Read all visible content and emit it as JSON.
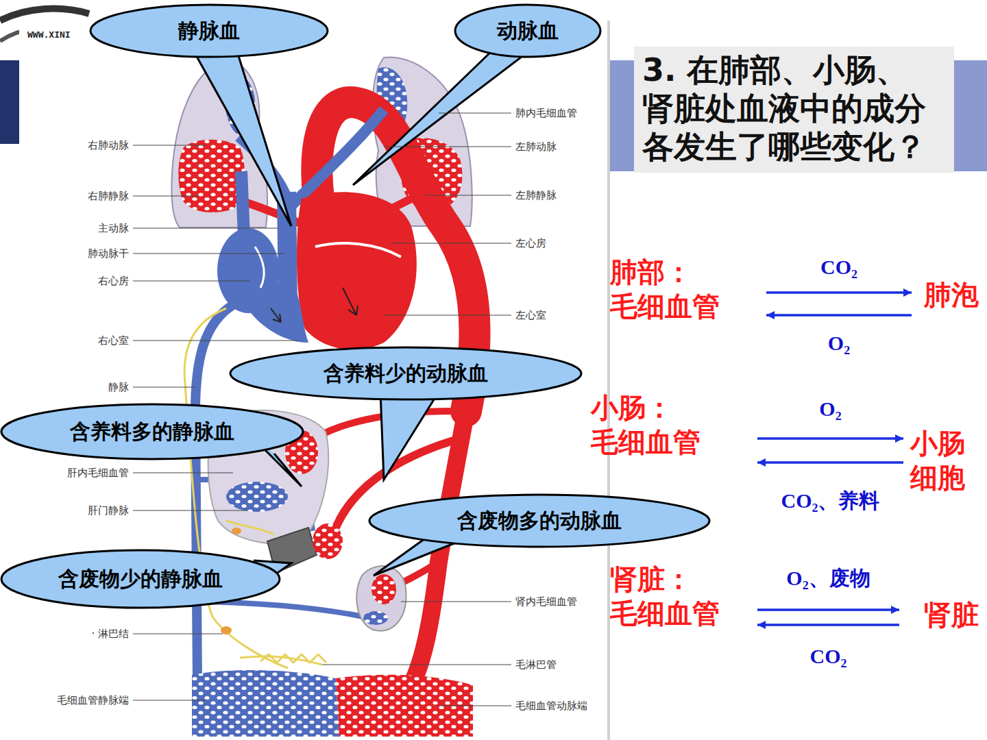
{
  "diagram": {
    "title": "3. 在肺部、小肠、肾脏处血液中的成分各发生了哪些变化？",
    "nodes": [
      {
        "text": [
          "静脉血"
        ]
      },
      {
        "text": [
          "动脉血"
        ]
      },
      {
        "text": [
          "肺部：",
          "毛细血管"
        ]
      },
      {
        "text": [
          "肺泡"
        ]
      },
      {
        "text": [
          "含养料少的动脉血"
        ]
      },
      {
        "text": [
          "含养料多的静脉血"
        ]
      },
      {
        "text": [
          "小肠：",
          "毛细血管"
        ]
      },
      {
        "text": [
          "小肠 细胞"
        ]
      },
      {
        "text": [
          "含废物多的动脉血"
        ]
      },
      {
        "text": [
          "含废物少的静脉血"
        ]
      },
      {
        "text": [
          "肾脏：",
          "毛细血管"
        ]
      },
      {
        "text": [
          "肾脏"
        ]
      }
    ],
    "edges": [
      {
        "from": 2,
        "to": 3,
        "label": "CO₂",
        "arrow": "to"
      },
      {
        "from": 3,
        "to": 2,
        "label": "O₂",
        "arrow": "to"
      },
      {
        "from": 6,
        "to": 7,
        "label": "O₂",
        "arrow": "to"
      },
      {
        "from": 7,
        "to": 6,
        "label": "CO₂、养料",
        "arrow": "to"
      },
      {
        "from": 10,
        "to": 11,
        "label": "O₂、废物",
        "arrow": "to"
      },
      {
        "from": 11,
        "to": 10,
        "label": "CO₂",
        "arrow": "to"
      }
    ],
    "labels": [
      "WWW.XINI",
      "右肺动脉",
      "右肺静脉",
      "主动脉",
      "肺动脉干",
      "右心房",
      "右心室",
      "静脉",
      "肝内毛细血管",
      "肝门静脉",
      "· 淋巴结",
      "毛细血管静脉端",
      "肺内毛细血管",
      "左肺动脉",
      "左肺静脉",
      "左心房",
      "左心室",
      "肾内毛细血管",
      "毛淋巴管",
      "毛细血管动脉端"
    ]
  }
}
